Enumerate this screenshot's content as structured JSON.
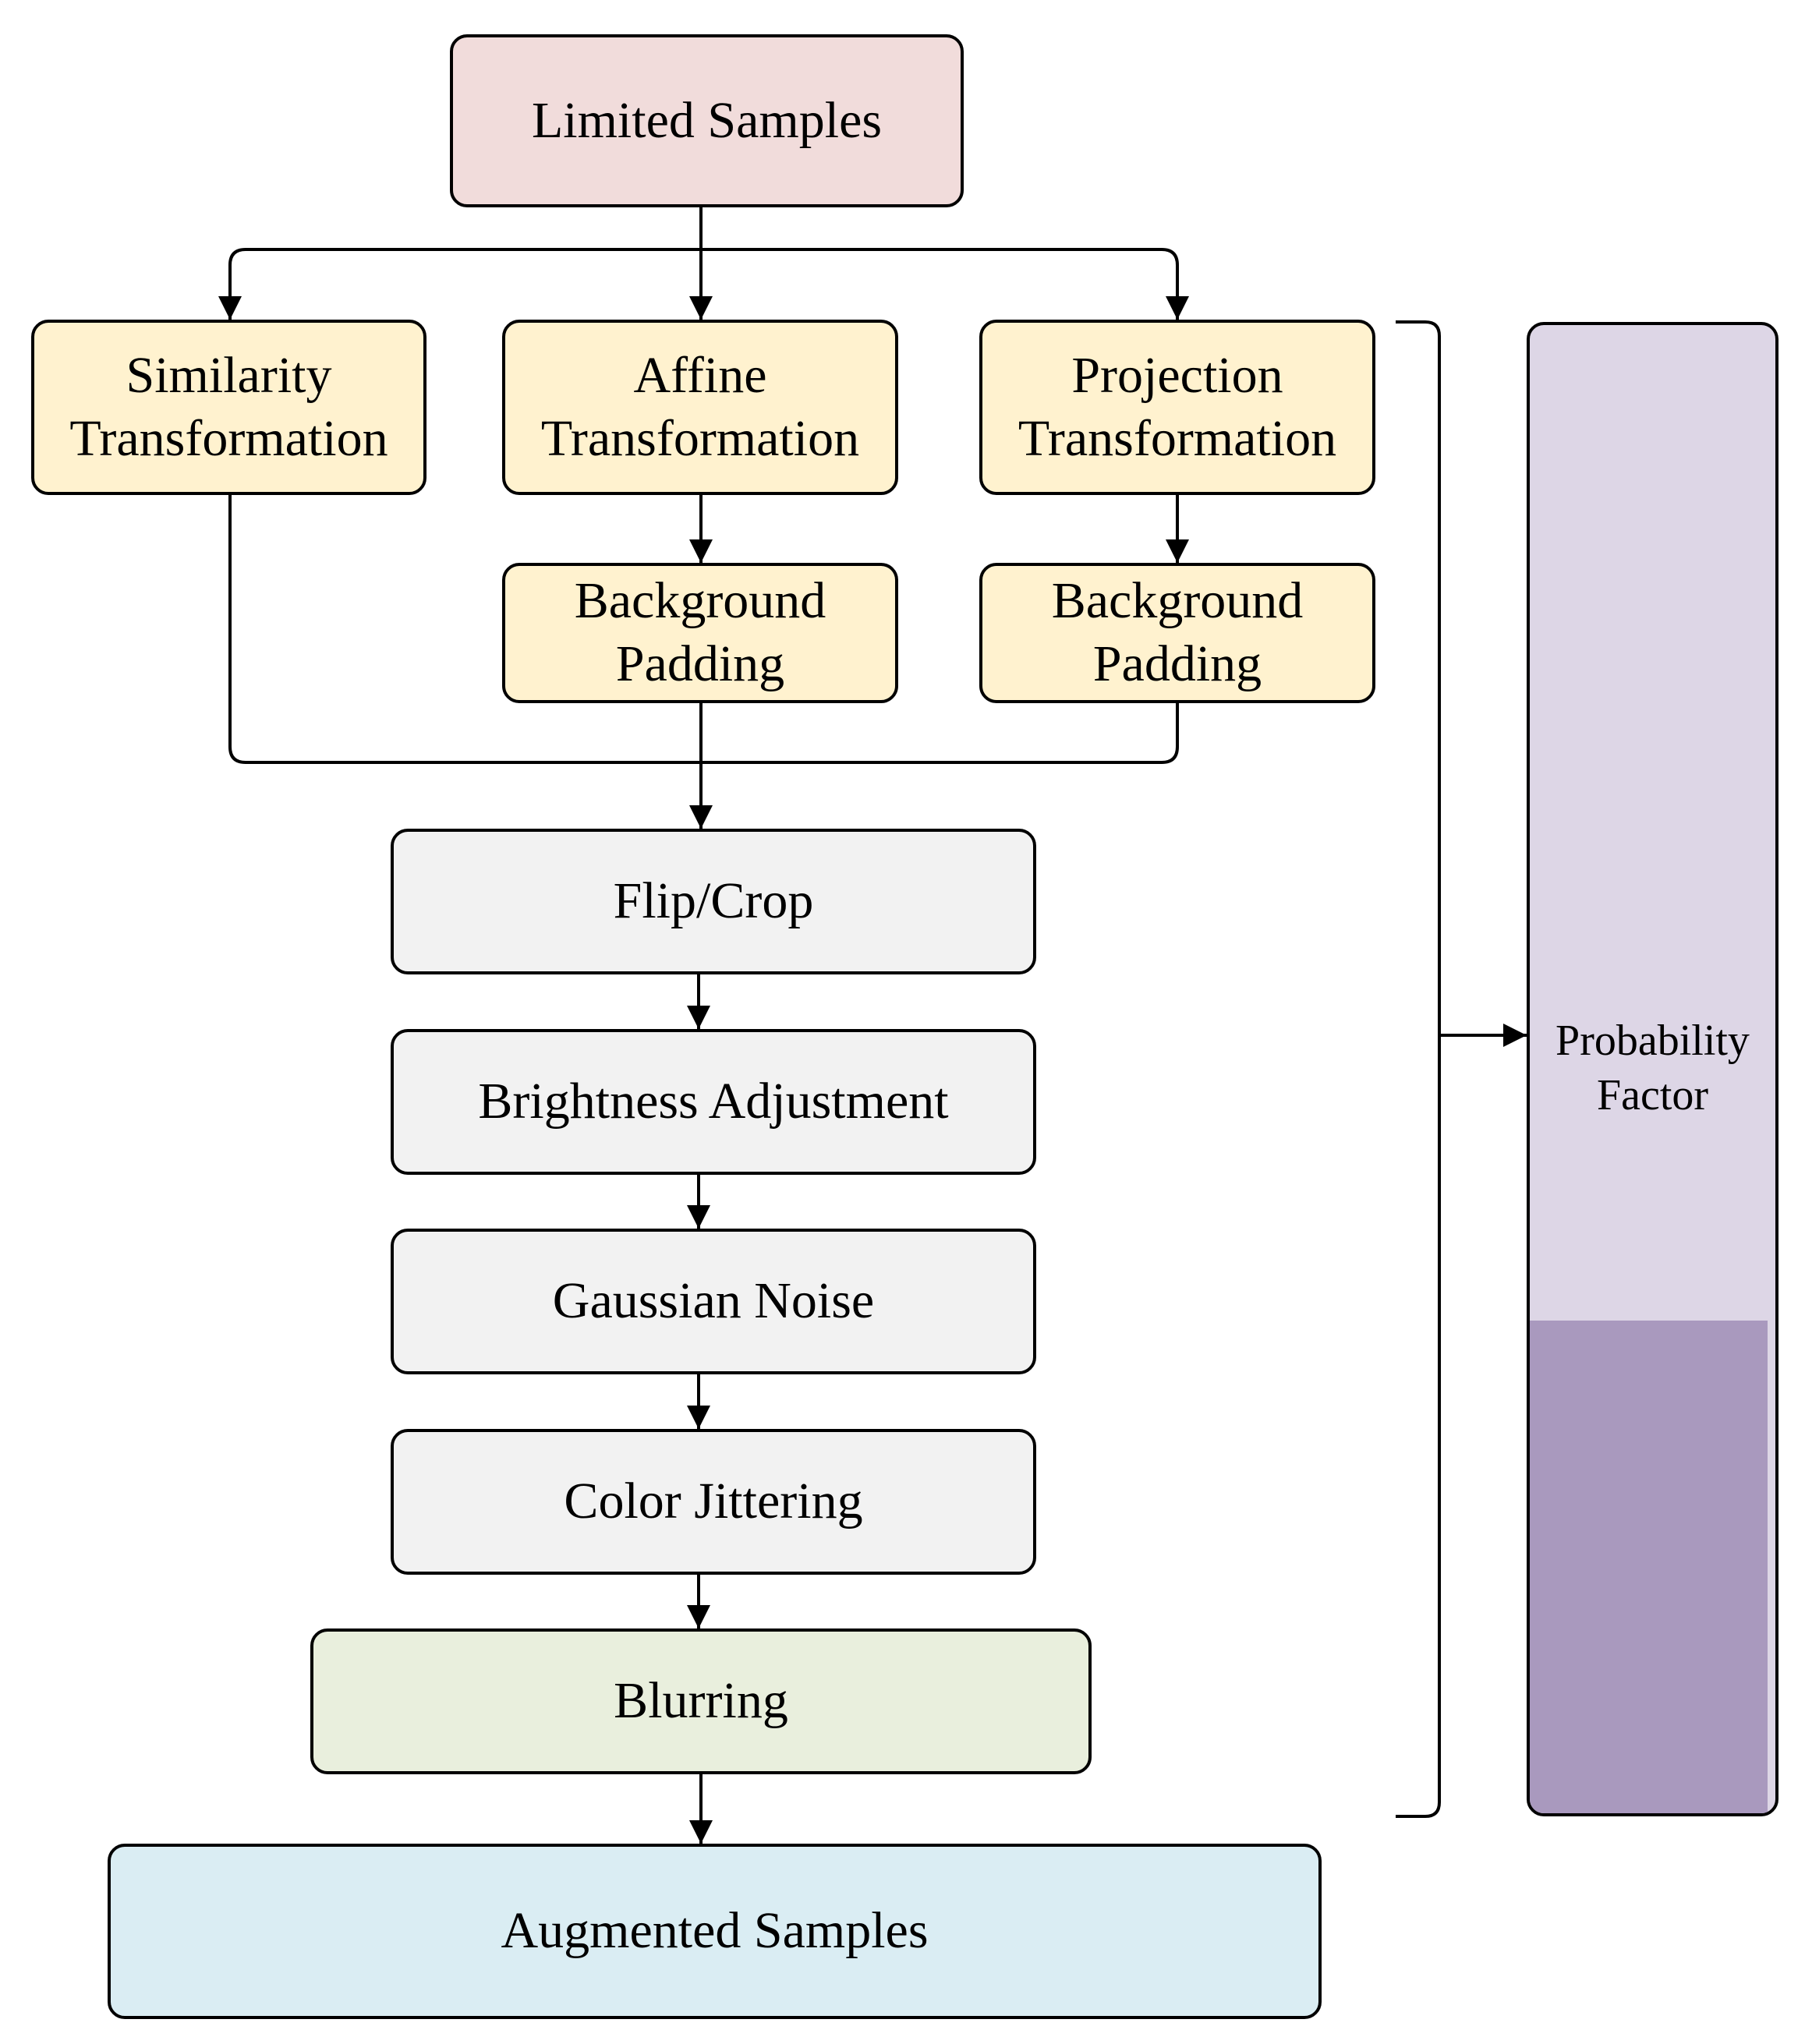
{
  "nodes": {
    "limited_samples": "Limited Samples",
    "similarity": [
      "Similarity",
      "Transformation"
    ],
    "affine": [
      "Affine",
      "Transformation"
    ],
    "projection": [
      "Projection",
      "Transformation"
    ],
    "bg_padding_affine": [
      "Background",
      "Padding"
    ],
    "bg_padding_projection": [
      "Background",
      "Padding"
    ],
    "flip_crop": "Flip/Crop",
    "brightness": "Brightness Adjustment",
    "gaussian_noise": "Gaussian Noise",
    "color_jittering": "Color Jittering",
    "blurring": "Blurring",
    "augmented_samples": "Augmented Samples"
  },
  "probability_factor": {
    "label": [
      "Probability",
      "Factor"
    ]
  },
  "colors": {
    "input": "#f1dcdb",
    "transform": "#fff2cf",
    "augment": "#f2f2f2",
    "blur": "#e9efdd",
    "output": "#daedf3",
    "probability_light": "#ddd6e6",
    "probability_dark": "#a999be"
  }
}
